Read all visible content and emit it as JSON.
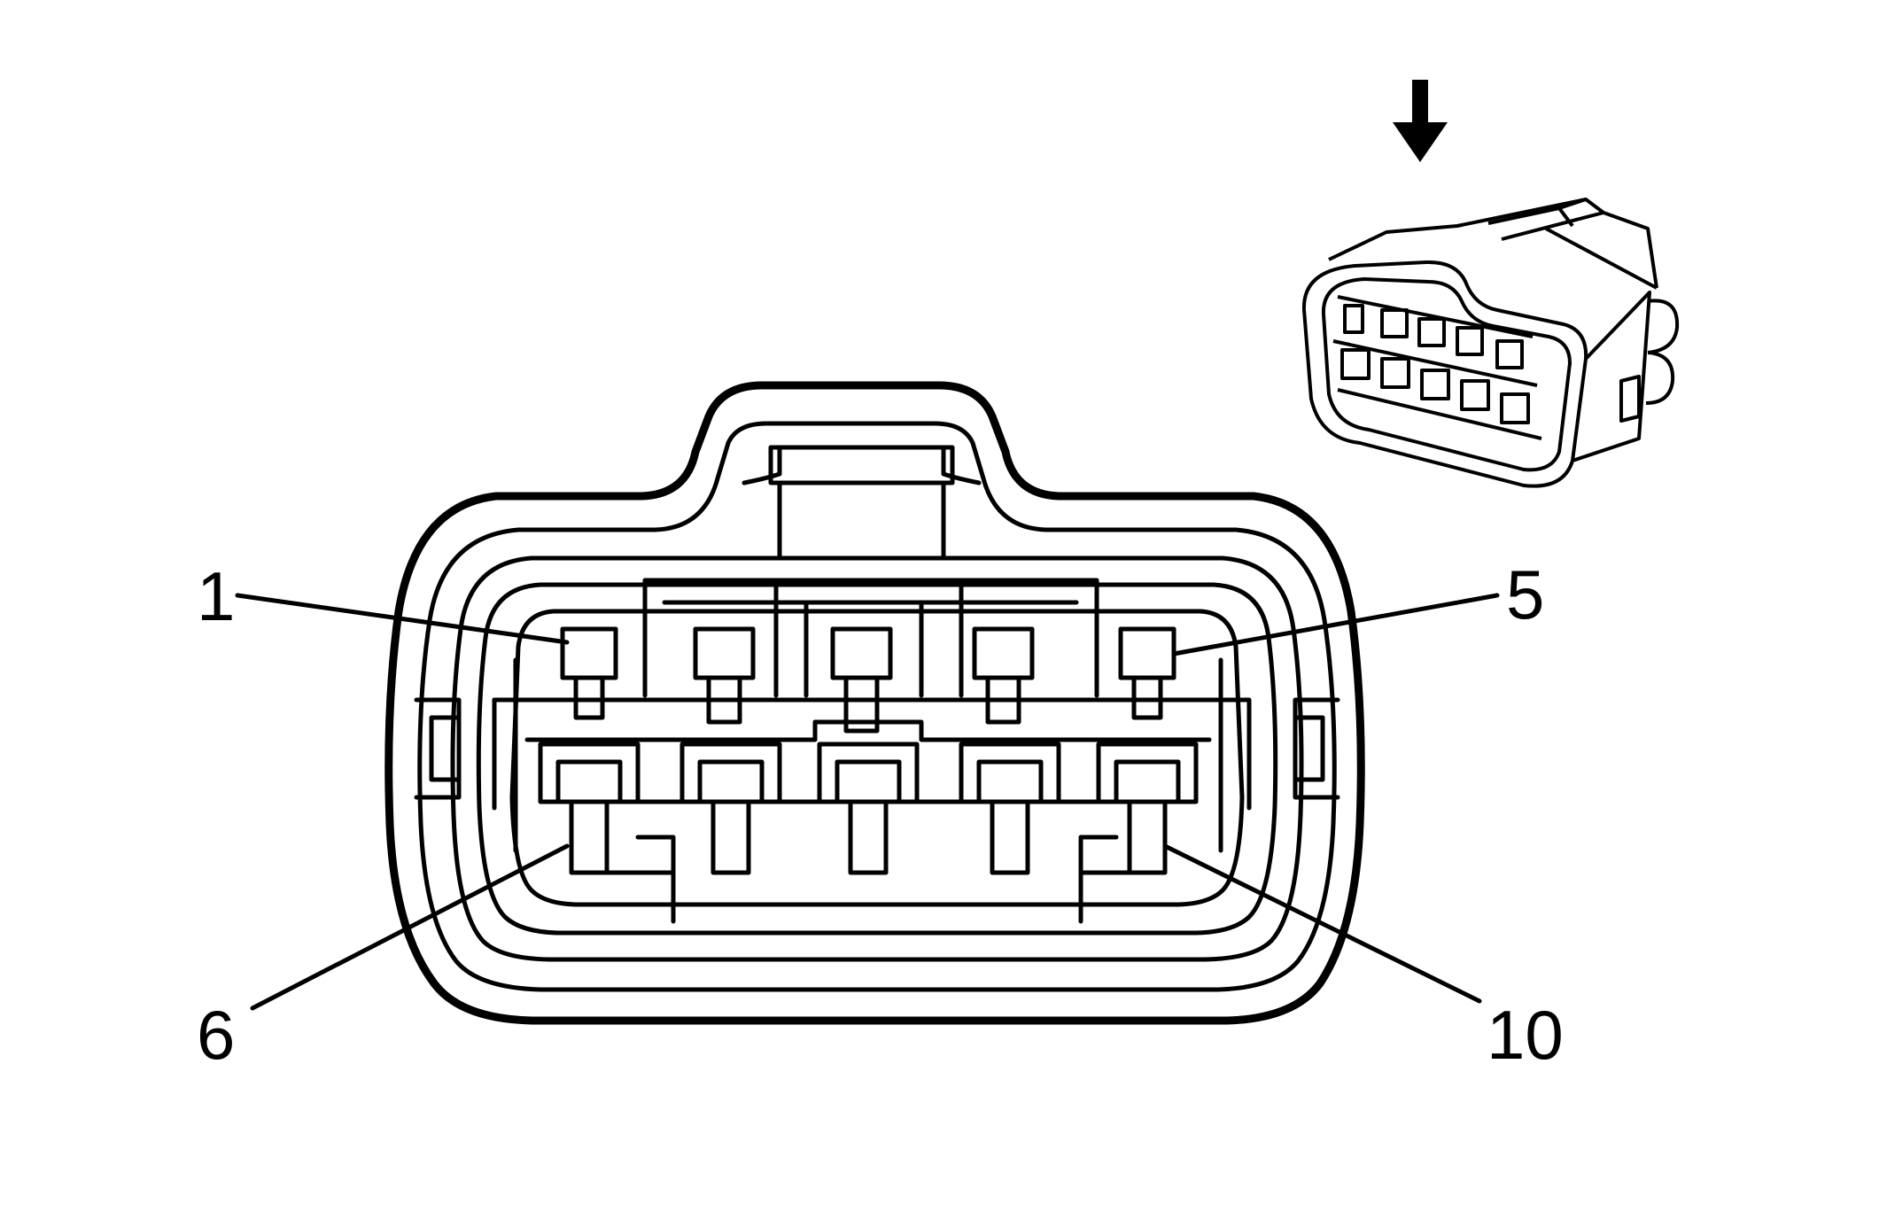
{
  "pin_labels": {
    "p1": "1",
    "p5": "5",
    "p6": "6",
    "p10": "10"
  },
  "icons": {
    "arrow": "down-arrow-icon",
    "inset": "connector-perspective-icon"
  },
  "colors": {
    "stroke": "#000000",
    "background": "#ffffff"
  }
}
